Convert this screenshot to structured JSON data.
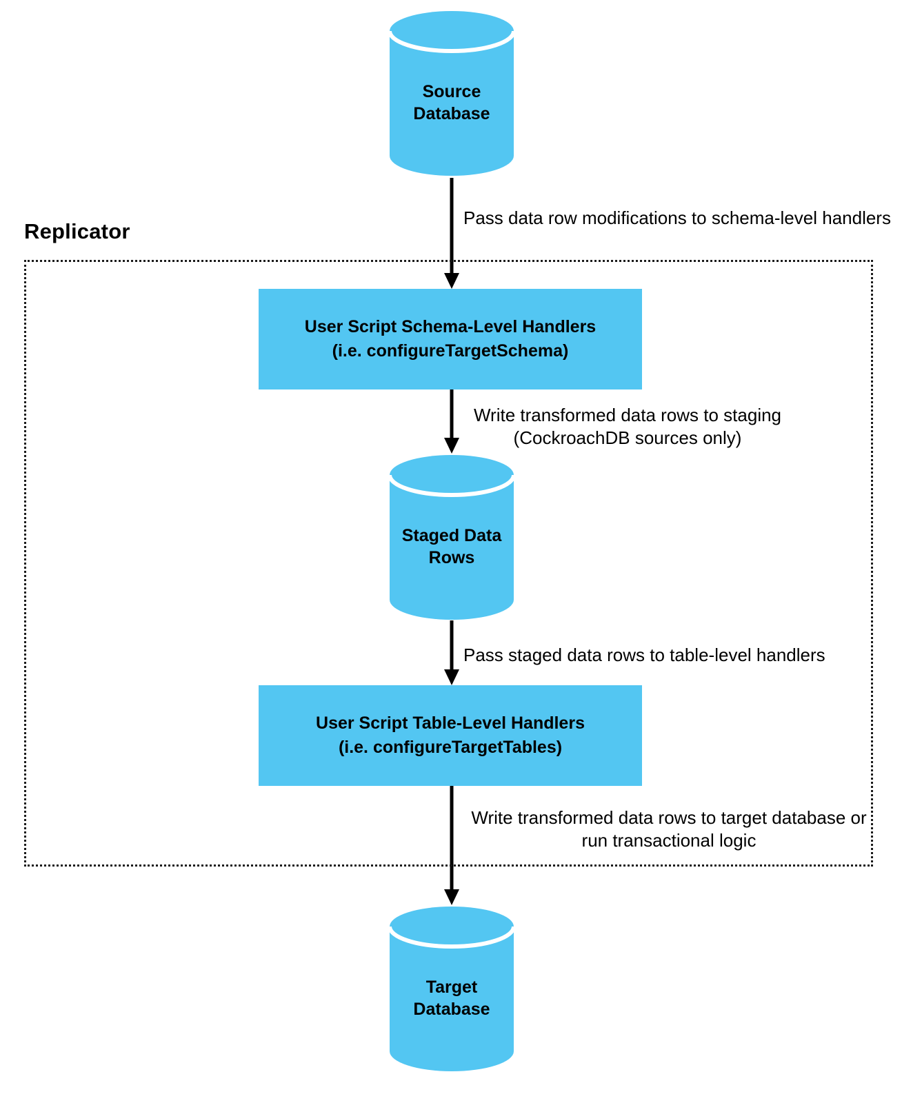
{
  "diagram": {
    "boundary_title": "Replicator",
    "colors": {
      "node_fill": "#53C6F2",
      "cylinder_stripe": "#ffffff",
      "arrow": "#000000",
      "boundary_border": "#1a1a1a",
      "text": "#000000",
      "background": "#ffffff"
    },
    "nodes": {
      "source_db": {
        "type": "cylinder",
        "label": "Source\nDatabase"
      },
      "schema_handlers": {
        "type": "box",
        "label": "User Script Schema-Level Handlers\n(i.e. configureTargetSchema)"
      },
      "staged_rows": {
        "type": "cylinder",
        "label": "Staged Data\nRows"
      },
      "table_handlers": {
        "type": "box",
        "label": "User Script Table-Level Handlers\n(i.e. configureTargetTables)"
      },
      "target_db": {
        "type": "cylinder",
        "label": "Target\nDatabase"
      }
    },
    "edges": {
      "source_to_schema": {
        "label": "Pass data row modifications to schema-level handlers"
      },
      "schema_to_staged": {
        "label": "Write transformed data rows to staging\n(CockroachDB sources only)"
      },
      "staged_to_table": {
        "label": "Pass staged data rows to table-level handlers"
      },
      "table_to_target": {
        "label": "Write transformed data rows to target database or\nrun transactional logic"
      }
    }
  }
}
